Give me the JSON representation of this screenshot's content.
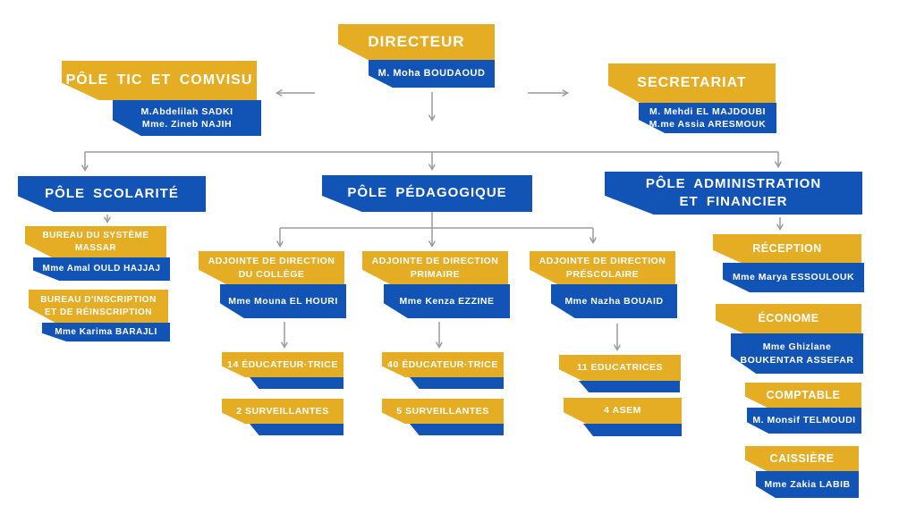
{
  "palette": {
    "gold": "#E5AD24",
    "blue": "#1254B5",
    "arrow_gray": "#9B9B9B",
    "text_white": "#FFFFFF"
  },
  "nodes": {
    "directeur": {
      "title": "DIRECTEUR",
      "name": "M. Moha BOUDAOUD"
    },
    "pole_tic": {
      "title": "PÔLE TIC ET COMVISU",
      "name": "M.Abdelilah SADKI\nMme. Zineb NAJIH"
    },
    "secretariat": {
      "title": "SECRETARIAT",
      "name": "M. Mehdi EL MAJDOUBI\nM.me Assia ARESMOUK"
    },
    "pole_scolarite": {
      "title": "PÔLE SCOLARITÉ"
    },
    "pole_pedagogique": {
      "title": "PÔLE PÉDAGOGIQUE"
    },
    "pole_admin": {
      "title": "PÔLE ADMINISTRATION\nET FINANCIER"
    },
    "bureau_massar": {
      "title": "BUREAU DU SYSTÈME\nMASSAR",
      "name": "Mme Amal OULD HAJJAJ"
    },
    "bureau_inscription": {
      "title": "BUREAU D'INSCRIPTION\nET DE RÉINSCRIPTION",
      "name": "Mme Karima BARAJLI"
    },
    "adj_college": {
      "title": "ADJOINTE DE DIRECTION\nDU COLLÈGE",
      "name": "Mme Mouna EL HOURI"
    },
    "adj_primaire": {
      "title": "ADJOINTE DE DIRECTION\nPRIMAIRE",
      "name": "Mme Kenza EZZINE"
    },
    "adj_prescolaire": {
      "title": "ADJOINTE DE DIRECTION\nPRÉSCOLAIRE",
      "name": "Mme Nazha BOUAID"
    },
    "staff_college_educateurs": {
      "title": "14 ÉDUCATEUR·TRICE"
    },
    "staff_college_surveillantes": {
      "title": "2 SURVEILLANTES"
    },
    "staff_primaire_educateurs": {
      "title": "40 ÉDUCATEUR·TRICE"
    },
    "staff_primaire_surveillantes": {
      "title": "5 SURVEILLANTES"
    },
    "staff_prescolaire_educatrices": {
      "title": "11 EDUCATRICES"
    },
    "staff_prescolaire_asem": {
      "title": "4 ASEM"
    },
    "reception": {
      "title": "RÉCEPTION",
      "name": "Mme Marya ESSOULOUK"
    },
    "econome": {
      "title": "ÉCONOME",
      "name": "Mme Ghizlane\nBOUKENTAR ASSEFAR"
    },
    "comptable": {
      "title": "COMPTABLE",
      "name": "M. Monsif TELMOUDI"
    },
    "caissiere": {
      "title": "CAISSIÈRE",
      "name": "Mme Zakia LABIB"
    }
  }
}
